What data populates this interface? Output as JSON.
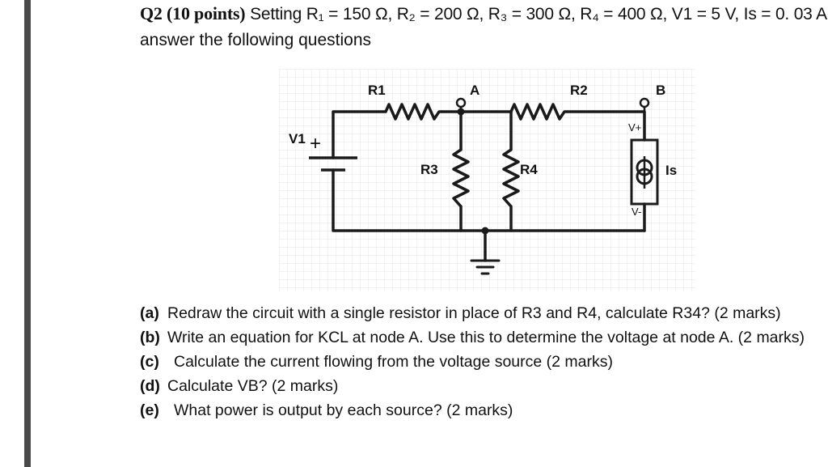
{
  "header": {
    "question_label": "Q2 (10 points)",
    "setting_text": "Setting R₁ = 150 Ω, R₂ = 200 Ω, R₃ = 300 Ω, R₄ = 400 Ω, V1 = 5 V, Is = 0. 03 A",
    "instruction": "answer the following questions"
  },
  "circuit": {
    "labels": {
      "r1": "R1",
      "r2": "R2",
      "r3": "R3",
      "r4": "R4",
      "v1": "V1",
      "v1_plus": "+",
      "node_a": "A",
      "node_b": "B",
      "is_label": "Is",
      "vplus": "V+",
      "vminus": "V-"
    },
    "colors": {
      "wire": "#1a1a1a",
      "grid": "#e6e6e6"
    }
  },
  "questions": [
    {
      "tag": "(a)",
      "text": "Redraw the circuit with a single resistor in place of R3 and R4, calculate R34? (2 marks)"
    },
    {
      "tag": "(b)",
      "text": "Write an equation for KCL at node A. Use this to determine the voltage at node A. (2 marks)"
    },
    {
      "tag": "(c)",
      "text": "Calculate the current flowing from the voltage source (2 marks)"
    },
    {
      "tag": "(d)",
      "text": "Calculate VB? (2 marks)"
    },
    {
      "tag": "(e)",
      "text": "What power is output by each source? (2 marks)"
    }
  ]
}
